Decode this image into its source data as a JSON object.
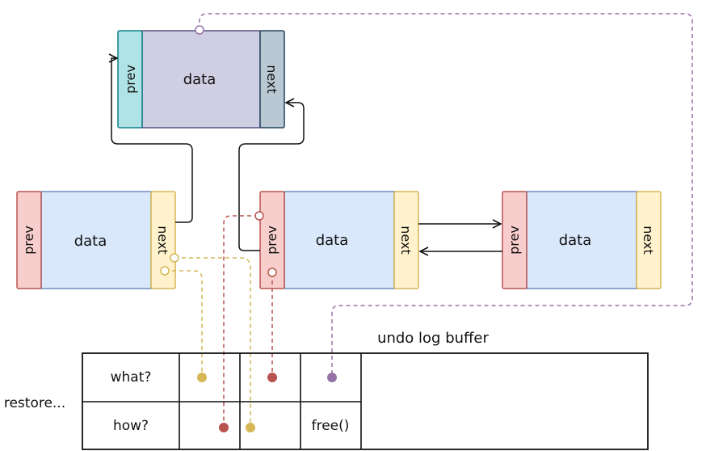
{
  "nodes": {
    "top": {
      "prev": "prev",
      "data": "data",
      "next": "next"
    },
    "left": {
      "prev": "prev",
      "data": "data",
      "next": "next"
    },
    "middle": {
      "prev": "prev",
      "data": "data",
      "next": "next"
    },
    "right": {
      "prev": "prev",
      "data": "data",
      "next": "next"
    }
  },
  "buffer": {
    "title": "undo log buffer",
    "side_label": "restore...",
    "row_what": "what?",
    "row_how": "how?",
    "free_cell": "free()"
  },
  "colors": {
    "data_blue": "#dae8fc",
    "data_purple": "#d0cee2",
    "prev_red": "#f8cecc",
    "prev_teal": "#b0e3e6",
    "next_yellow": "#fff2cc",
    "next_slate": "#bac8d3",
    "pointer_yellow": "#d6b656",
    "pointer_red": "#b85450",
    "pointer_purple": "#9673a6"
  }
}
